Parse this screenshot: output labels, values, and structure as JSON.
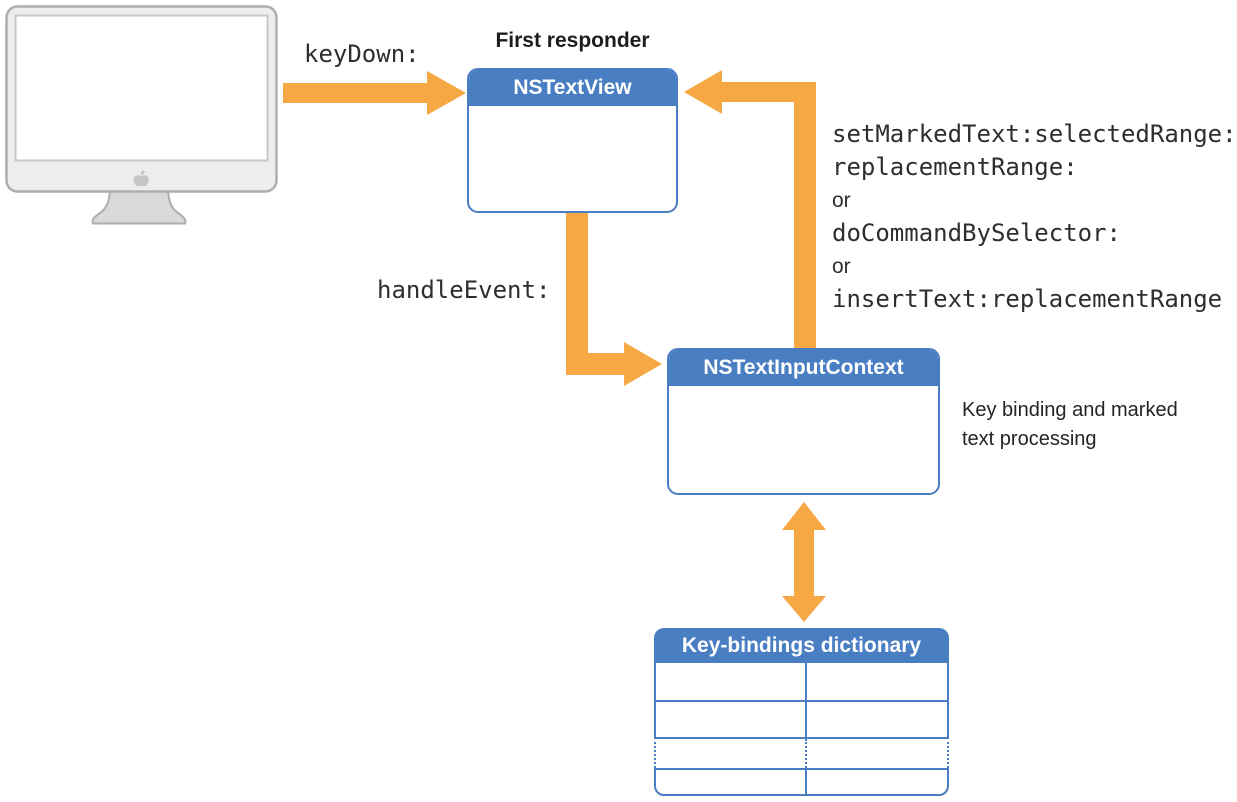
{
  "diagram": {
    "title_context": "Cocoa event and text input flow",
    "labels": {
      "key_down": "keyDown:",
      "first_responder": "First responder",
      "handle_event": "handleEvent:",
      "return_methods": [
        "setMarkedText:selectedRange:",
        "replacementRange:",
        "or",
        "doCommandBySelector:",
        "or",
        "insertText:replacementRange"
      ],
      "note": [
        "Key binding and marked",
        "text processing"
      ]
    },
    "nodes": {
      "nstextview": {
        "title": "NSTextView"
      },
      "nstextinputcontext": {
        "title": "NSTextInputContext"
      },
      "keybindings": {
        "title": "Key-bindings dictionary",
        "rows": 4,
        "columns": 2,
        "continuation_row_index": 3
      }
    },
    "colors": {
      "header_blue": "#4A7EC2",
      "arrow_orange": "#F5A844",
      "monitor_gray": "#EDEDED",
      "monitor_border": "#AEAEAE"
    }
  }
}
